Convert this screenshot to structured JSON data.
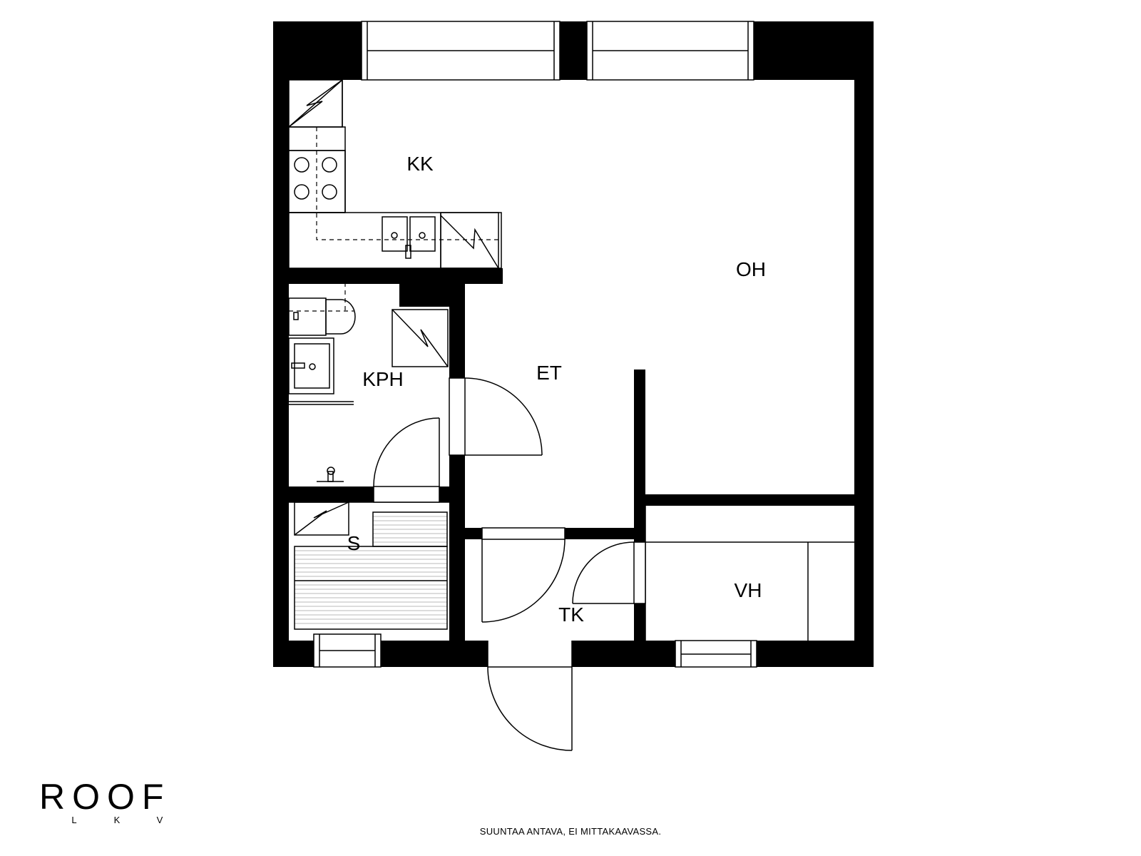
{
  "rooms": {
    "kk": "KK",
    "oh": "OH",
    "kph": "KPH",
    "et": "ET",
    "s": "S",
    "tk": "TK",
    "vh": "VH"
  },
  "logo": {
    "main": "ROOF",
    "sub": [
      "L",
      "K",
      "V"
    ]
  },
  "footer": {
    "note": "SUUNTAA ANTAVA, EI MITTAKAAVASSA."
  },
  "colors": {
    "wall": "#000000",
    "background": "#ffffff"
  }
}
